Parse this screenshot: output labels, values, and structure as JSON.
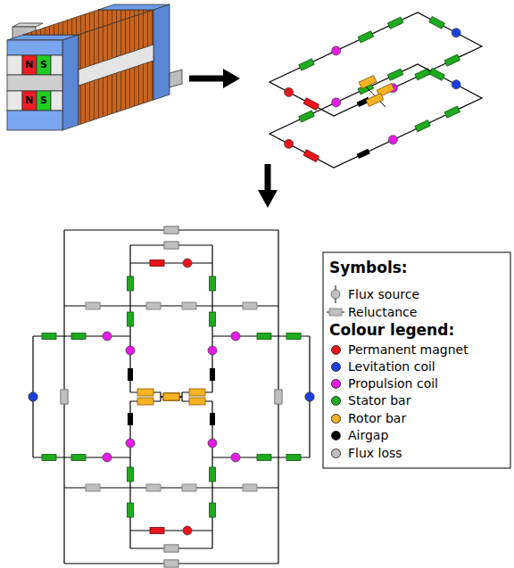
{
  "diagram": {
    "labels": [
      "N",
      "S",
      "N",
      "S",
      "Symbols:",
      "Colour legend:"
    ],
    "legend": [
      {
        "text": "Flux source"
      },
      {
        "text": "Reluctance"
      },
      {
        "text": "Permanent magnet",
        "color": "#e8141c"
      },
      {
        "text": "Levitation coil",
        "color": "#1a3fe0"
      },
      {
        "text": "Propulsion coil",
        "color": "#e619e6"
      },
      {
        "text": "Stator bar",
        "color": "#1faa1f"
      },
      {
        "text": "Rotor bar",
        "color": "#f5b324"
      },
      {
        "text": "Airgap",
        "color": "#000000"
      },
      {
        "text": "Flux loss",
        "color": "#c0c0c0"
      }
    ]
  }
}
